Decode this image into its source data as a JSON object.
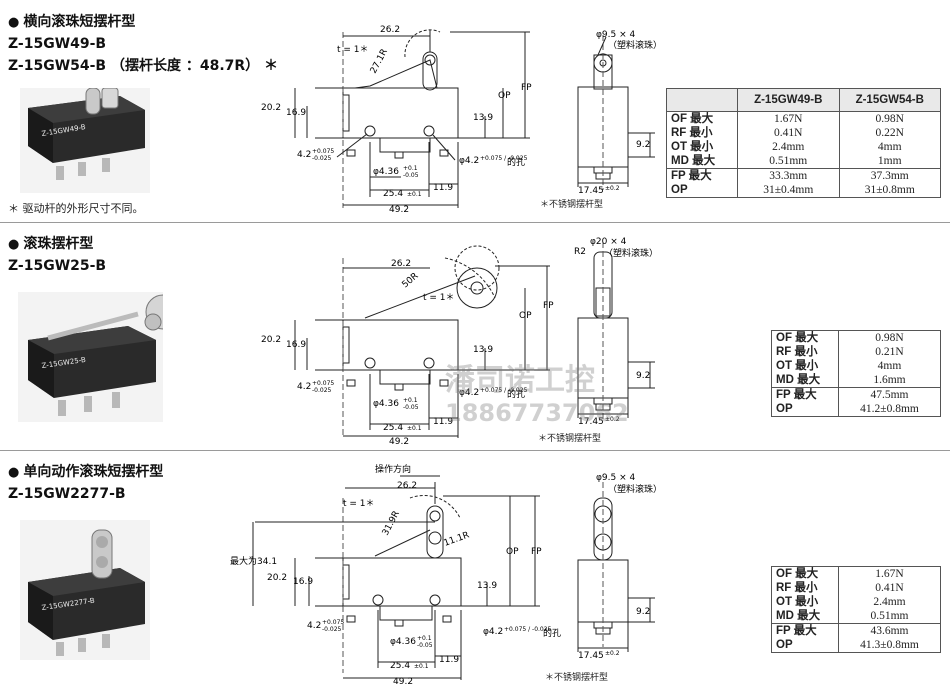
{
  "sections": [
    {
      "title_lines": [
        "横向滚珠短摆杆型",
        "Z-15GW49-B",
        "Z-15GW54-B （摆杆长度 ：48.7R） ＊"
      ],
      "note": "＊ 驱动杆的外形尺寸不同。",
      "photo_model": "Z-15GW49-B",
      "side_dims": {
        "top_width": "26.2",
        "t": "t = 1＊",
        "radius": "27.1R",
        "h1": "20.2",
        "h2": "16.9",
        "h3": "13.9",
        "op": "OP",
        "fp": "FP",
        "hole_left": "4.2",
        "hole_left_tol_hi": "+0.075",
        "hole_left_tol_lo": "-0.025",
        "hole_dia": "φ4.36",
        "hole_dia_tol_hi": "+0.1",
        "hole_dia_tol_lo": "-0.05",
        "hole_right": "φ4.2",
        "hole_right_tol": "+0.075 / -0.025",
        "hole_suffix": "的孔",
        "pitch": "25.4",
        "pitch_tol": "±0.1",
        "right_off": "11.9",
        "total": "49.2"
      },
      "front_dims": {
        "roller": "φ9.5 × 4",
        "roller_note": "（塑料滚珠）",
        "height": "9.2",
        "width": "17.45",
        "width_tol": "±0.2"
      },
      "steel_note": "＊不锈钢摆杆型",
      "table": {
        "headers": [
          "",
          "Z-15GW49-B",
          "Z-15GW54-B"
        ],
        "group1": {
          "labels": [
            "OF  最大",
            "RF  最小",
            "OT  最小",
            "MD  最大"
          ],
          "col1": [
            "1.67N",
            "0.41N",
            "2.4mm",
            "0.51mm"
          ],
          "col2": [
            "0.98N",
            "0.22N",
            "4mm",
            "1mm"
          ]
        },
        "group2": {
          "labels": [
            "FP  最大",
            "OP"
          ],
          "col1": [
            "33.3mm",
            "31±0.4mm"
          ],
          "col2": [
            "37.3mm",
            "31±0.8mm"
          ]
        }
      }
    },
    {
      "title_lines": [
        "滚珠摆杆型",
        "Z-15GW25-B"
      ],
      "photo_model": "Z-15GW25-B",
      "side_dims": {
        "top_width": "26.2",
        "t": "t = 1＊",
        "radius": "50R",
        "h1": "20.2",
        "h2": "16.9",
        "h3": "13.9",
        "op": "OP",
        "fp": "FP",
        "hole_left": "4.2",
        "hole_left_tol_hi": "+0.075",
        "hole_left_tol_lo": "-0.025",
        "hole_dia": "φ4.36",
        "hole_dia_tol_hi": "+0.1",
        "hole_dia_tol_lo": "-0.05",
        "hole_right": "φ4.2",
        "hole_right_tol": "+0.075 / -0.025",
        "hole_suffix": "的孔",
        "pitch": "25.4",
        "pitch_tol": "±0.1",
        "right_off": "11.9",
        "total": "49.2"
      },
      "front_dims": {
        "roller": "φ20 × 4",
        "roller_note": "（塑料滚珠）",
        "r2": "R2",
        "height": "9.2",
        "width": "17.45",
        "width_tol": "±0.2"
      },
      "steel_note": "＊不锈钢摆杆型",
      "table": {
        "group1": {
          "labels": [
            "OF  最大",
            "RF  最小",
            "OT  最小",
            "MD  最大"
          ],
          "values": [
            "0.98N",
            "0.21N",
            "4mm",
            "1.6mm"
          ]
        },
        "group2": {
          "labels": [
            "FP  最大",
            "OP"
          ],
          "values": [
            "47.5mm",
            "41.2±0.8mm"
          ]
        }
      }
    },
    {
      "title_lines": [
        "单向动作滚珠短摆杆型",
        "Z-15GW2277-B"
      ],
      "photo_model": "Z-15GW2277-B",
      "side_dims": {
        "direction": "操作方向",
        "top_width": "26.2",
        "t": "t = 1＊",
        "radius": "31.9R",
        "radius2": "11.1R",
        "max_height": "最大为34.1",
        "h1": "20.2",
        "h2": "16.9",
        "h3": "13.9",
        "op": "OP",
        "fp": "FP",
        "hole_left": "4.2",
        "hole_left_tol_hi": "+0.075",
        "hole_left_tol_lo": "-0.025",
        "hole_dia": "φ4.36",
        "hole_dia_tol_hi": "+0.1",
        "hole_dia_tol_lo": "-0.05",
        "hole_right": "φ4.2",
        "hole_right_tol": "+0.075 / -0.025",
        "hole_suffix": "的孔",
        "pitch": "25.4",
        "pitch_tol": "±0.1",
        "right_off": "11.9",
        "total": "49.2"
      },
      "front_dims": {
        "roller": "φ9.5 × 4",
        "roller_note": "（塑料滚珠）",
        "height": "9.2",
        "width": "17.45",
        "width_tol": "±0.2"
      },
      "steel_note": "＊不锈钢摆杆型",
      "table": {
        "group1": {
          "labels": [
            "OF  最大",
            "RF  最小",
            "OT  最小",
            "MD  最大"
          ],
          "values": [
            "1.67N",
            "0.41N",
            "2.4mm",
            "0.51mm"
          ]
        },
        "group2": {
          "labels": [
            "FP  最大",
            "OP"
          ],
          "values": [
            "43.6mm",
            "41.3±0.8mm"
          ]
        }
      }
    }
  ],
  "watermark": {
    "line1": "潘司诺工控",
    "line2": "18867737062"
  },
  "colors": {
    "body": "#1c1c1c",
    "drawing": "#222222",
    "separator": "#9a9a9a",
    "table_header": "#e9e9e9"
  }
}
